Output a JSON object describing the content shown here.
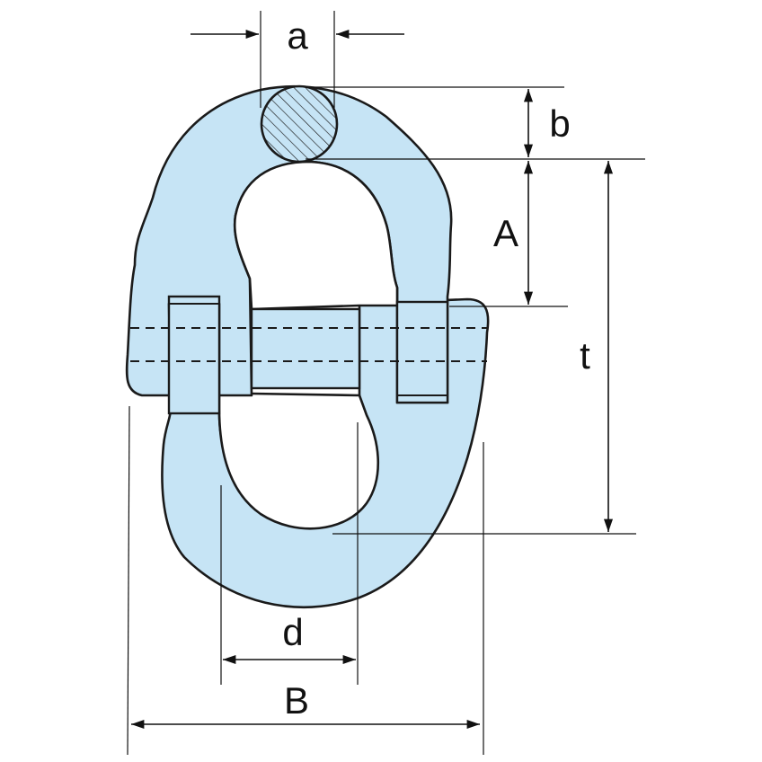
{
  "diagram": {
    "colors": {
      "body_fill": "#c6e4f5",
      "outline": "#1a1a1a",
      "dimension_lines": "#111111",
      "background": "#ffffff"
    },
    "labels": {
      "a": "a",
      "b": "b",
      "A": "A",
      "t": "t",
      "d": "d",
      "B": "B"
    }
  }
}
